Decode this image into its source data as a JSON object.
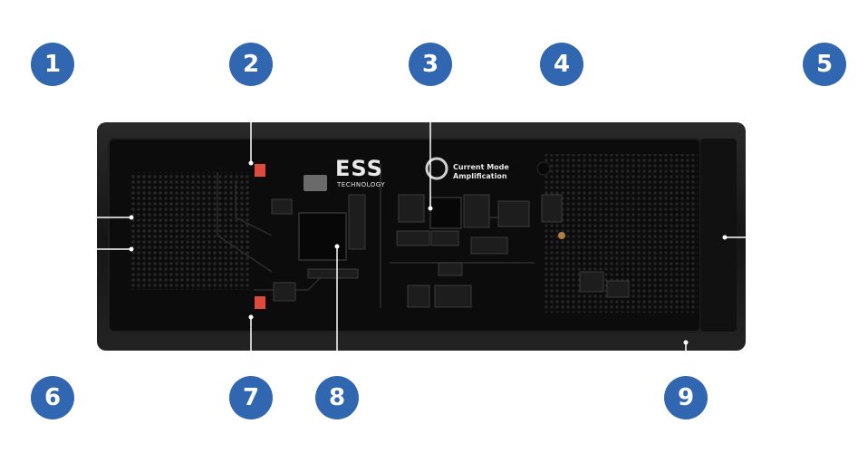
{
  "image": {
    "description_labels": [
      "1",
      "2",
      "3",
      "4",
      "5",
      "6",
      "7",
      "8",
      "9"
    ],
    "board_text": {
      "logo": "ESS",
      "logo_sub": "TECHNOLOGY",
      "chip_caption_1": "Current Mode",
      "chip_caption_2": "Amplification"
    },
    "colors": {
      "badge": "#3166b0",
      "line": "#ffffff",
      "case": "#141414",
      "board": "#0c0c0c",
      "led": "#e04a3a"
    }
  }
}
